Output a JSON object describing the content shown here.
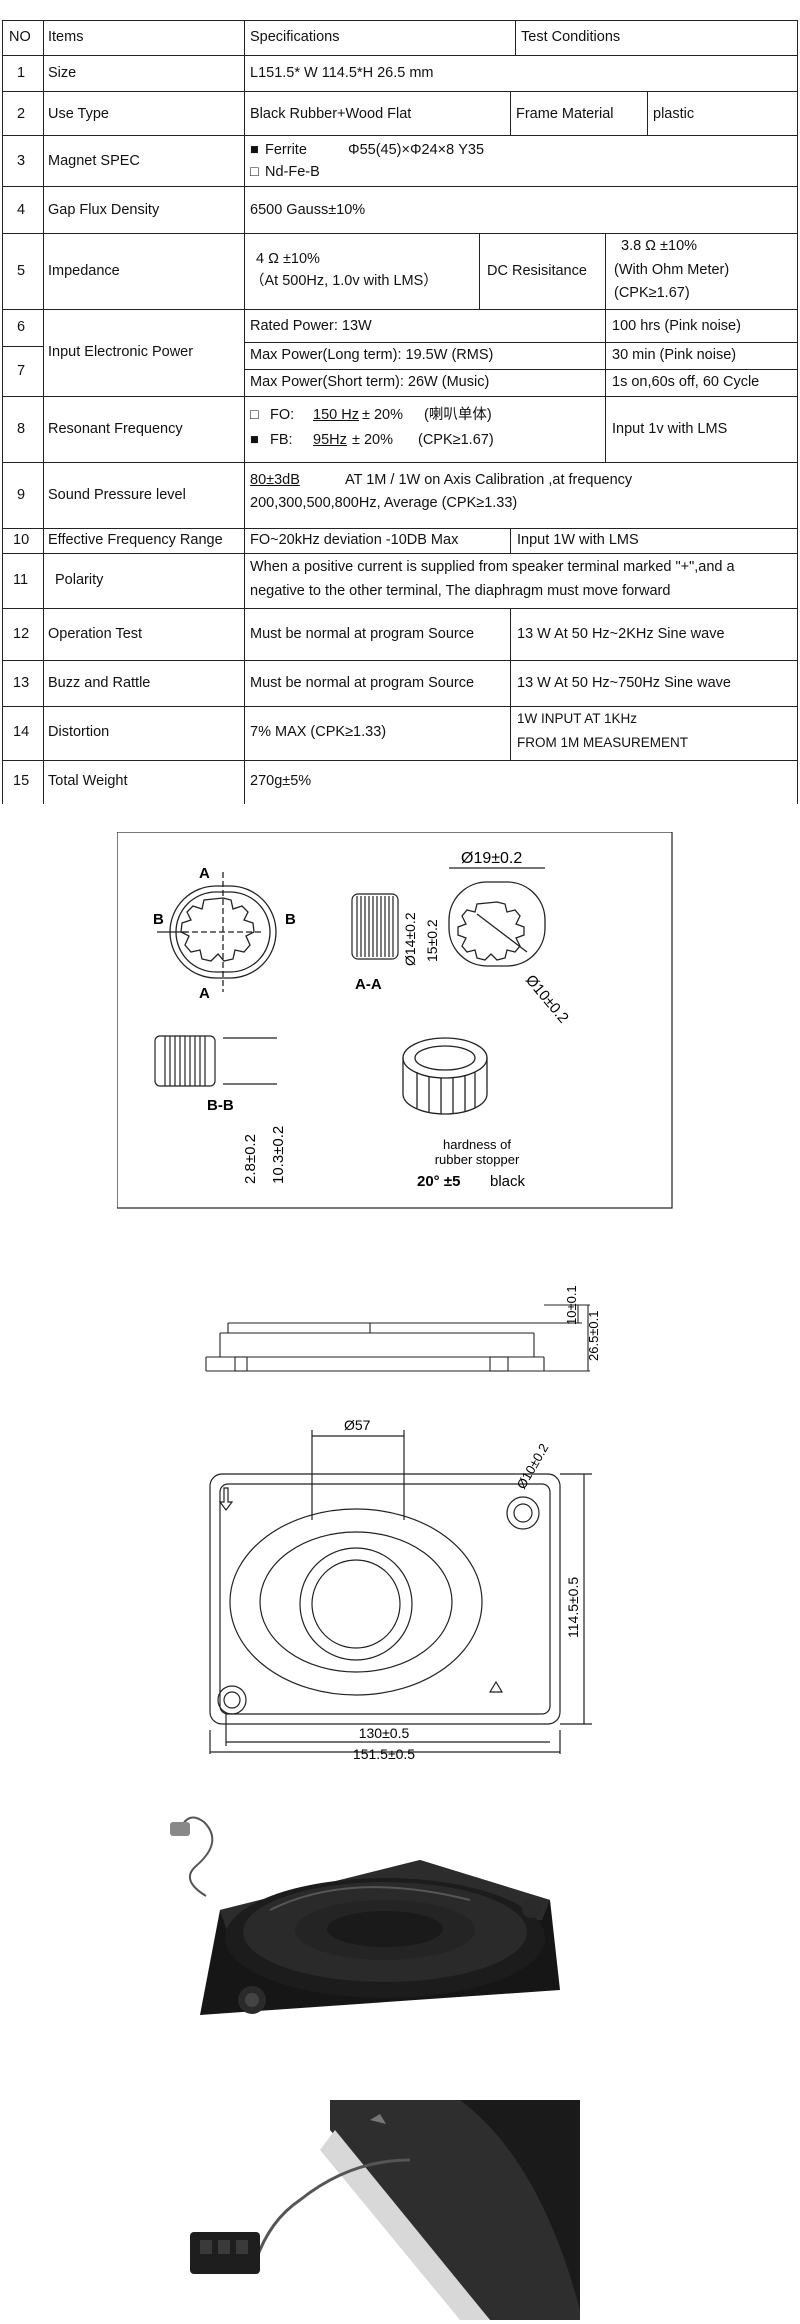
{
  "table": {
    "headers": [
      "NO",
      "Items",
      "Specifications",
      "Test Conditions"
    ],
    "rows": {
      "r1": {
        "no": "1",
        "item": "Size",
        "spec": "L151.5* W 114.5*H 26.5 mm"
      },
      "r2": {
        "no": "2",
        "item": "Use Type",
        "spec": "Black Rubber+Wood Flat",
        "frame": "Frame    Material",
        "frame_value": "plastic"
      },
      "r3": {
        "no": "3",
        "item": "Magnet SPEC",
        "ferrite_mark": "■",
        "ferrite": "Ferrite",
        "ferrite_dims": "Φ55(45)×Φ24×8    Y35",
        "ndfeb_mark": "□",
        "ndfeb": "Nd-Fe-B"
      },
      "r4": {
        "no": "4",
        "item": "Gap Flux Density",
        "spec": "6500 Gauss±10%"
      },
      "r5": {
        "no": "5",
        "item": "Impedance",
        "spec_line1": "4 Ω ±10%",
        "spec_line2": "（At 500Hz, 1.0v    with    LMS）",
        "dc": "DC Resisitance",
        "test_line1": "3.8 Ω ±10%",
        "test_line2": "(With Ohm Meter)",
        "test_line3": "(CPK≥1.67)"
      },
      "r6": {
        "no": "6",
        "spec": "Rated Power: 13W",
        "test": "100 hrs (Pink noise)"
      },
      "r67": {
        "item": "Input Electronic Power"
      },
      "r7": {
        "no": "7",
        "spec_a": "Max Power(Long term): 19.5W (RMS)",
        "test_a": "30 min (Pink noise)",
        "spec_b": "Max Power(Short term): 26W (Music)",
        "test_b": "1s on,60s off, 60 Cycle"
      },
      "r8": {
        "no": "8",
        "item": "Resonant Frequency",
        "fo_mark": "□",
        "fo_label": "FO:",
        "fo_value": "150 Hz",
        "fo_tol": "± 20%",
        "fo_note": "(喇叭单体)",
        "fb_mark": "■",
        "fb_label": "FB:",
        "fb_value": "95Hz",
        "fb_tol": "± 20%",
        "fb_cpk": "(CPK≥1.67)",
        "test": "Input 1v with LMS"
      },
      "r9": {
        "no": "9",
        "item": "Sound Pressure level",
        "spl_value": "80±3dB",
        "spl_line1": "AT 1M / 1W on Axis Calibration ,at frequency",
        "spl_line2": "200,300,500,800Hz, Average        (CPK≥1.33)"
      },
      "r10": {
        "no": "10",
        "item": "Effective Frequency Range",
        "spec": "FO~20kHz    deviation -10DB    Max",
        "test": "Input 1W with LMS"
      },
      "r11": {
        "no": "11",
        "item": "Polarity",
        "line1": "When a positive current is supplied from speaker terminal marked \"+\",and a",
        "line2": "negative to the other terminal, The diaphragm must move forward"
      },
      "r12": {
        "no": "12",
        "item": "Operation Test",
        "spec": "Must be normal at program Source",
        "test": "13 W At    50 Hz~2KHz Sine wave"
      },
      "r13": {
        "no": "13",
        "item": "Buzz and Rattle",
        "spec": "Must be normal at program Source",
        "test": "13 W At    50 Hz~750Hz Sine wave"
      },
      "r14": {
        "no": "14",
        "item": "Distortion",
        "spec": "7%    MAX    (CPK≥1.33)",
        "test_line1": "1W    INPUT    AT 1KHz",
        "test_line2": "FROM 1M MEASUREMENT"
      },
      "r15": {
        "no": "15",
        "item": "Total Weight",
        "spec": "270g±5%"
      }
    }
  },
  "stopper_drawing": {
    "section_a": "A",
    "section_b": "B",
    "label_aa": "A-A",
    "label_bb": "B-B",
    "dim_d19": "Ø19±0.2",
    "dim_d14": "Ø14±0.2",
    "dim_15": "15±0.2",
    "dim_d10": "Ø10±0.2",
    "dim_28": "2.8±0.2",
    "dim_103": "10.3±0.2",
    "hardness_line1": "hardness of",
    "hardness_line2": "rubber stopper",
    "hardness_value": "20°  ±5",
    "hardness_color": "black"
  },
  "side_drawing": {
    "dim_10": "10±0.1",
    "dim_265": "26.5±0.1"
  },
  "top_drawing": {
    "dim_d57": "Ø57",
    "dim_d10": "Ø10±0.2",
    "dim_1145": "114.5±0.5",
    "dim_130": "130±0.5",
    "dim_1515": "151.5±0.5"
  },
  "photos": {
    "colors": {
      "body": "#161616",
      "cone": "#242424",
      "rim": "#2c2c2c",
      "highlight": "#6a6a6a",
      "connector": "#1e1e1e"
    }
  }
}
